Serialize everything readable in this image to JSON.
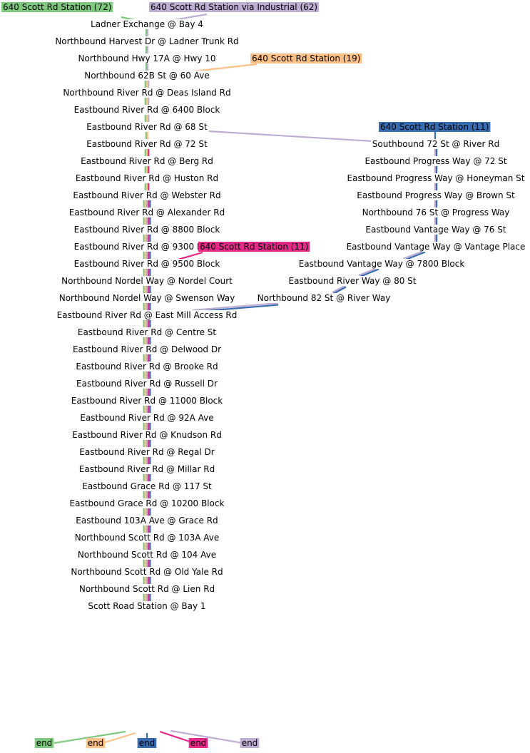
{
  "routes": [
    {
      "id": "r72",
      "label": "640 Scott Rd Station (72)",
      "color": "#7fc97f",
      "text_color": "#000000"
    },
    {
      "id": "r62",
      "label": "640 Scott Rd Station via Industrial (62)",
      "color": "#beaed4",
      "text_color": "#000000"
    },
    {
      "id": "r19",
      "label": "640 Scott Rd Station (19)",
      "color": "#fdc086",
      "text_color": "#000000"
    },
    {
      "id": "r11a",
      "label": "640 Scott Rd Station (11)",
      "color": "#386cb0",
      "text_color": "#000000"
    },
    {
      "id": "r11b",
      "label": "640 Scott Rd Station (11)",
      "color": "#e7298a",
      "text_color": "#000000"
    }
  ],
  "stops_main": [
    "Ladner Exchange @ Bay 4",
    "Northbound Harvest Dr @ Ladner Trunk Rd",
    "Northbound Hwy 17A @ Hwy 10",
    "Northbound 62B St @ 60 Ave",
    "Northbound River Rd @ Deas Island Rd",
    "Eastbound River Rd @ 6400 Block",
    "Eastbound River Rd @ 68 St",
    "Eastbound River Rd @ 72 St",
    "Eastbound River Rd @ Berg Rd",
    "Eastbound River Rd @ Huston Rd",
    "Eastbound River Rd @ Webster Rd",
    "Eastbound River Rd @ Alexander Rd",
    "Eastbound River Rd @ 8800 Block",
    "Eastbound River Rd @ 9300 Block",
    "Eastbound River Rd @ 9500 Block",
    "Northbound Nordel Way @ Nordel Court",
    "Northbound Nordel Way @ Swenson Way",
    "Eastbound River Rd @ East Mill Access Rd",
    "Eastbound River Rd @ Centre St",
    "Eastbound River Rd @ Delwood Dr",
    "Eastbound River Rd @ Brooke Rd",
    "Eastbound River Rd @ Russell Dr",
    "Eastbound River Rd @ 11000 Block",
    "Eastbound River Rd @ 92A Ave",
    "Eastbound River Rd @ Knudson Rd",
    "Eastbound River Rd @ Regal Dr",
    "Eastbound River Rd @ Millar Rd",
    "Eastbound Grace Rd @ 117 St",
    "Eastbound Grace Rd @ 10200 Block",
    "Eastbound 103A Ave @ Grace Rd",
    "Northbound Scott Rd @ 103A Ave",
    "Northbound Scott Rd @ 104 Ave",
    "Northbound Scott Rd @ Old Yale Rd",
    "Northbound Scott Rd @ Lien Rd",
    "Scott Road Station @ Bay 1"
  ],
  "stops_branch": [
    "Southbound 72 St @ River Rd",
    "Eastbound Progress Way @ 72 St",
    "Eastbound Progress Way @ Honeyman St",
    "Eastbound Progress Way @ Brown St",
    "Northbound 76 St @ Progress Way",
    "Eastbound Vantage Way @ 76 St",
    "Eastbound Vantage Way @ Vantage Place",
    "Eastbound Vantage Way @ 7800 Block",
    "Eastbound River Way @ 80 St",
    "Northbound 82 St @ River Way"
  ],
  "end_label": "end"
}
